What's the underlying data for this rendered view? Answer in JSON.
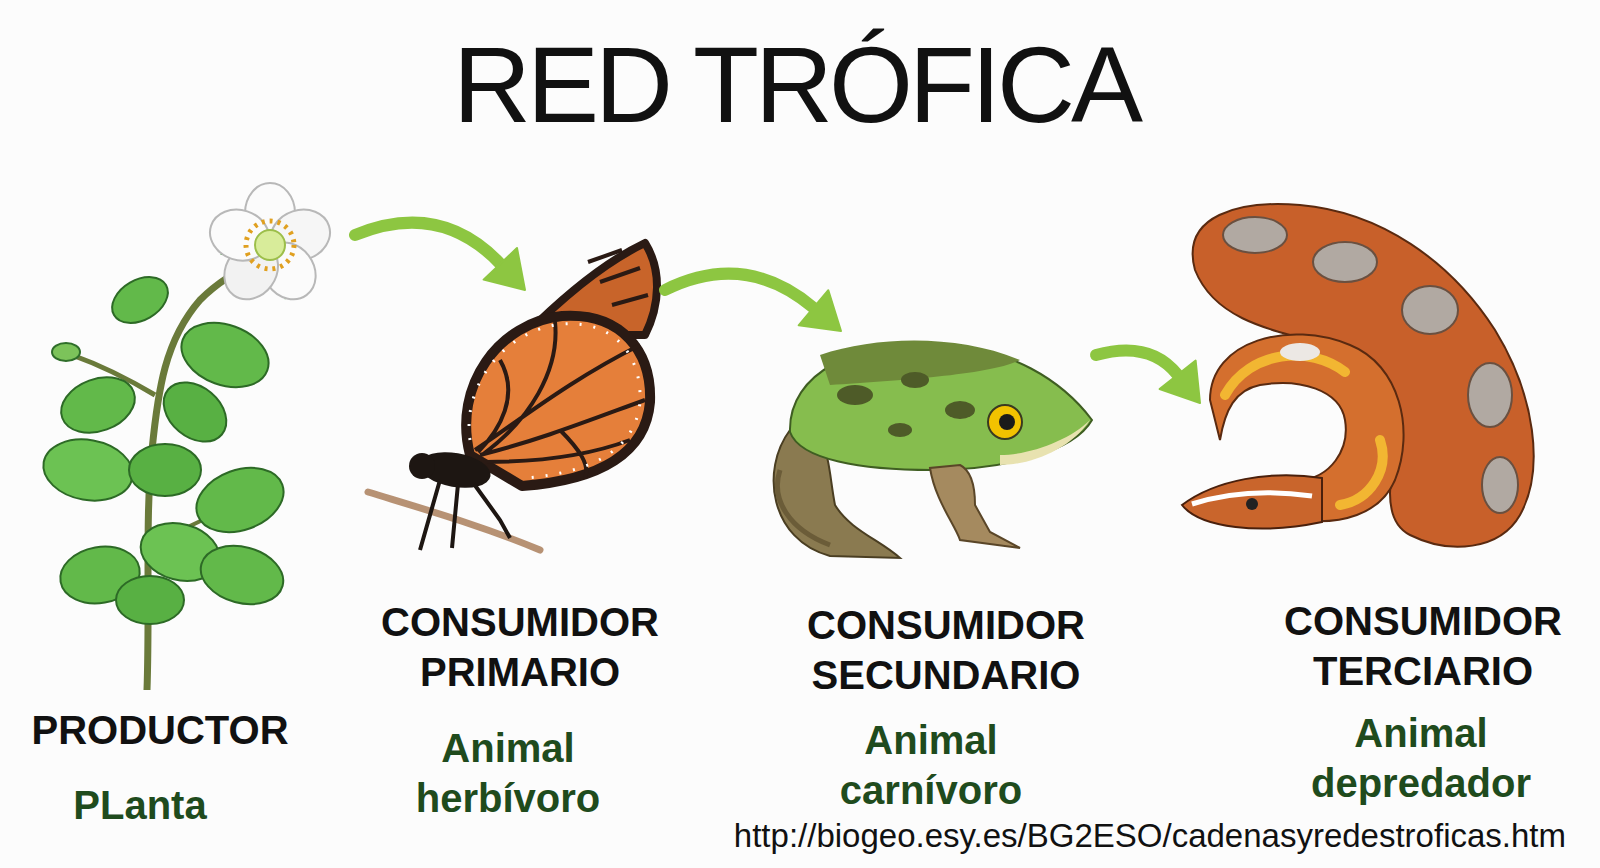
{
  "diagram": {
    "title": "RED TRÓFICA",
    "nodes": [
      {
        "text": [
          "PRODUCTOR",
          "PLanta"
        ]
      },
      {
        "text": [
          "CONSUMIDOR PRIMARIO",
          "Animal herbívoro"
        ]
      },
      {
        "text": [
          "CONSUMIDOR SECUNDARIO",
          "Animal carnívoro"
        ]
      },
      {
        "text": [
          "CONSUMIDOR TERCIARIO",
          "Animal depredador"
        ]
      }
    ],
    "edges": [
      {
        "from": 0,
        "to": 1,
        "arrow": "to"
      },
      {
        "from": 1,
        "to": 2,
        "arrow": "to"
      },
      {
        "from": 2,
        "to": 3,
        "arrow": "to"
      }
    ],
    "labels": [
      "http://biogeo.esy.es/BG2ESO/cadenasyredestroficas.htm"
    ]
  }
}
